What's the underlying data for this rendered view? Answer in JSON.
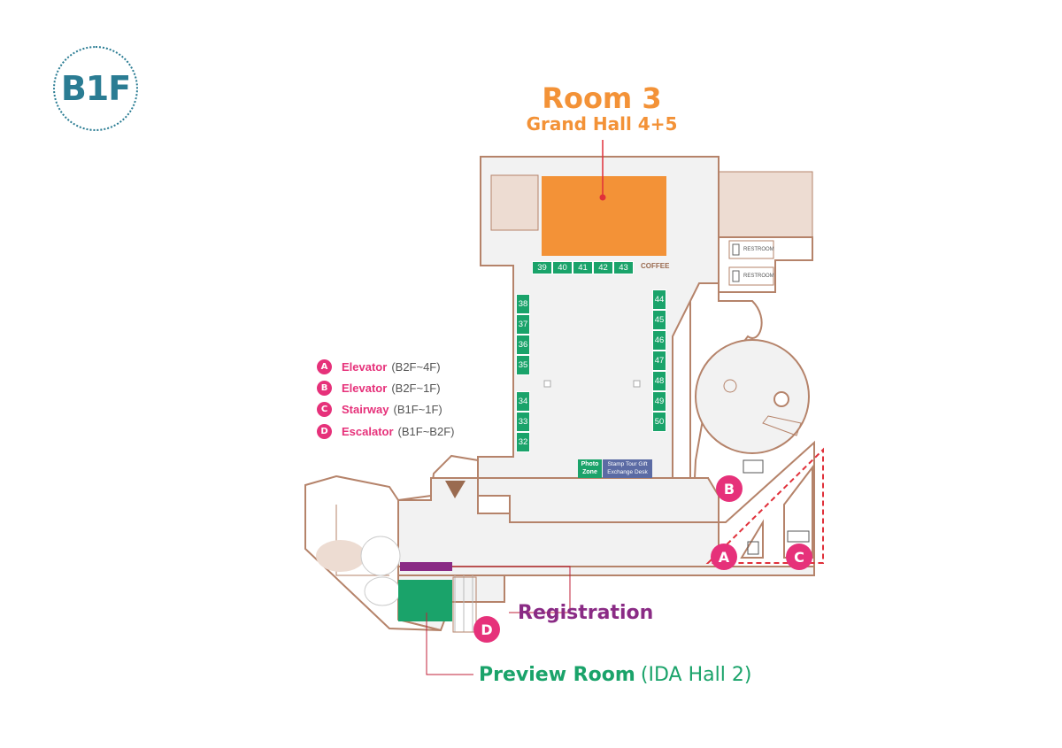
{
  "floor": {
    "label": "B1F"
  },
  "main_room": {
    "title": "Room 3",
    "subtitle": "Grand Hall 4+5"
  },
  "legend": [
    {
      "letter": "A",
      "name": "Elevator",
      "range": "(B2F~4F)"
    },
    {
      "letter": "B",
      "name": "Elevator",
      "range": "(B2F~1F)"
    },
    {
      "letter": "C",
      "name": "Stairway",
      "range": "(B1F~1F)"
    },
    {
      "letter": "D",
      "name": "Escalator",
      "range": "(B1F~B2F)"
    }
  ],
  "booths": {
    "top_row": [
      "39",
      "40",
      "41",
      "42",
      "43"
    ],
    "left_upper": [
      "38",
      "37",
      "36",
      "35"
    ],
    "left_lower": [
      "34",
      "33",
      "32"
    ],
    "right_col": [
      "44",
      "45",
      "46",
      "47",
      "48",
      "49",
      "50"
    ]
  },
  "amenities": {
    "coffee": "COFFEE",
    "restroom_1": "RESTROOM",
    "restroom_2": "RESTROOM",
    "photo_zone_1": "Photo",
    "photo_zone_2": "Zone",
    "stamp_tour_1": "Stamp Tour Gift",
    "stamp_tour_2": "Exchange Desk"
  },
  "labels": {
    "registration": "Registration",
    "preview_room": "Preview Room",
    "preview_room_sub": "(IDA Hall 2)"
  },
  "colors": {
    "brand_teal": "#2a7c93",
    "room_orange": "#f39237",
    "booth_green": "#1aa36a",
    "marker_pink": "#e6317a",
    "registration_purple": "#8a2b85",
    "wall_brown": "#b5836a",
    "floor_gray": "#f2f2f2"
  }
}
